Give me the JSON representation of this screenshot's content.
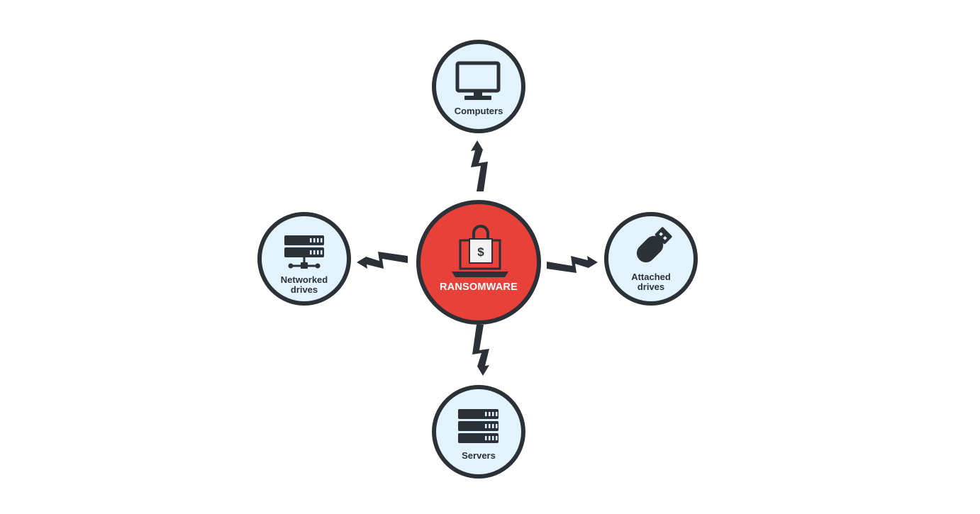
{
  "center": {
    "label": "RANSOMWARE",
    "icon": "padlock-laptop-dollar-icon"
  },
  "nodes": [
    {
      "id": "computers",
      "label_lines": [
        "Computers"
      ],
      "icon": "monitor-icon"
    },
    {
      "id": "attached-drives",
      "label_lines": [
        "Attached",
        "drives"
      ],
      "icon": "usb-drive-icon"
    },
    {
      "id": "servers",
      "label_lines": [
        "Servers"
      ],
      "icon": "server-rack-icon"
    },
    {
      "id": "networked-drives",
      "label_lines": [
        "Networked",
        "drives"
      ],
      "icon": "network-storage-icon"
    }
  ],
  "colors": {
    "center_fill": "#e8413a",
    "node_fill": "#e3f3fb",
    "outline": "#2b3137",
    "text": "#2b3137"
  }
}
